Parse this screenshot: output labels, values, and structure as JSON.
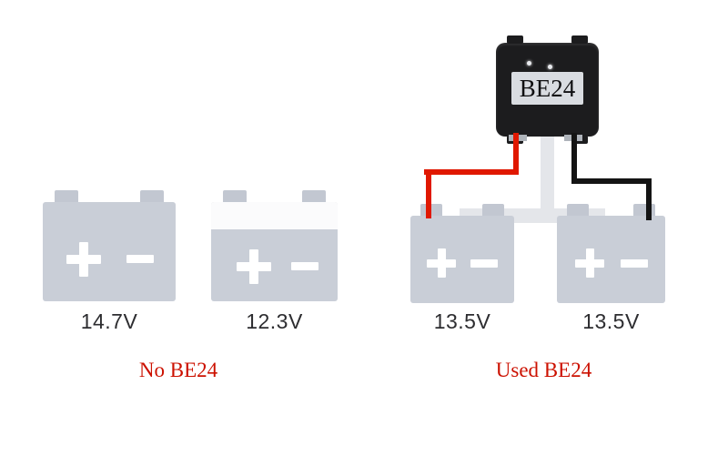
{
  "device": {
    "label": "BE24"
  },
  "left_group": {
    "caption": "No BE24",
    "batteries": [
      {
        "voltage": "14.7V"
      },
      {
        "voltage": "12.3V"
      }
    ]
  },
  "right_group": {
    "caption": "Used BE24",
    "batteries": [
      {
        "voltage": "13.5V"
      },
      {
        "voltage": "13.5V"
      }
    ]
  },
  "colors": {
    "battery_gray": "#c9ced7",
    "wire_red": "#e01800",
    "wire_black": "#141414",
    "caption_red": "#cc1100",
    "device_body": "#1c1c1e",
    "device_label_bg": "#d9dce1"
  }
}
